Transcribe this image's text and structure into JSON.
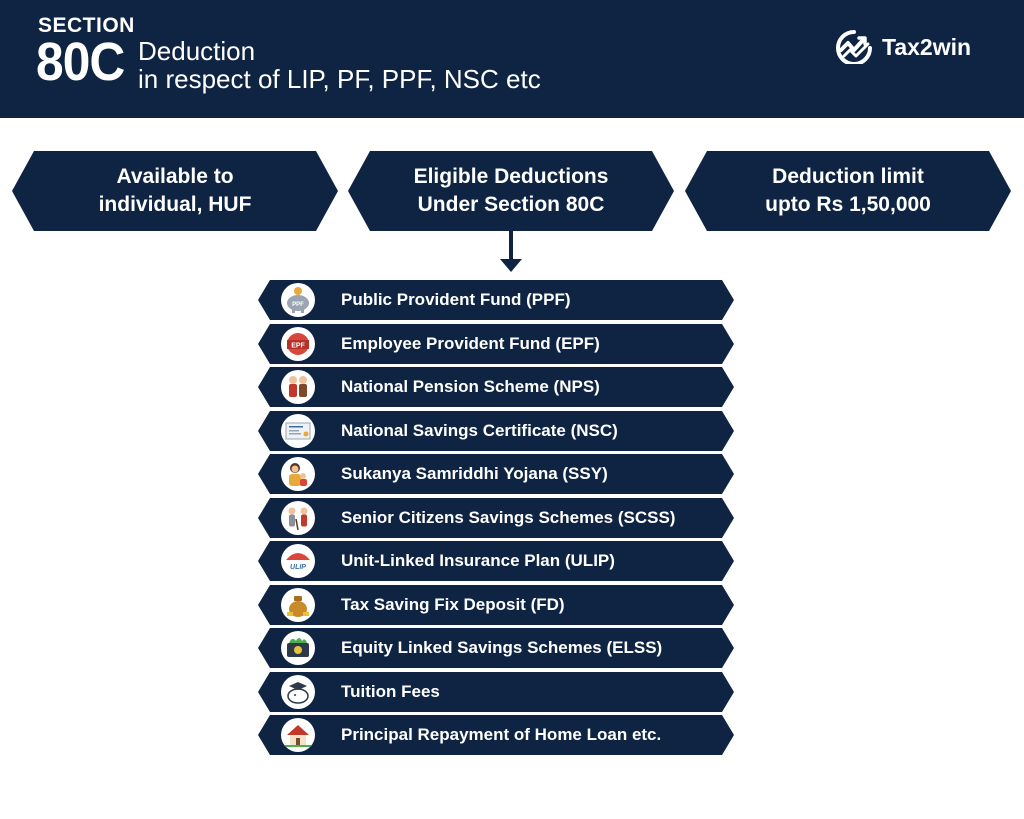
{
  "header": {
    "section_label": "SECTION",
    "section_number": "80C",
    "title": "Deduction",
    "subtitle": "in respect of LIP, PF, PPF, NSC etc",
    "brand": "Tax2win"
  },
  "top_boxes": [
    {
      "line1": "Available to",
      "line2": "individual, HUF"
    },
    {
      "line1": "Eligible Deductions",
      "line2": "Under Section 80C"
    },
    {
      "line1": "Deduction limit",
      "line2": "upto Rs 1,50,000"
    }
  ],
  "deductions": [
    {
      "label": "Public Provident Fund (PPF)",
      "icon": "piggy-bank-icon",
      "icon_text": "PPF"
    },
    {
      "label": "Employee Provident Fund (EPF)",
      "icon": "epf-icon",
      "icon_text": "EPF"
    },
    {
      "label": "National Pension Scheme (NPS)",
      "icon": "elderly-couple-icon",
      "icon_text": ""
    },
    {
      "label": "National Savings Certificate (NSC)",
      "icon": "certificate-icon",
      "icon_text": ""
    },
    {
      "label": "Sukanya Samriddhi Yojana (SSY)",
      "icon": "mother-child-icon",
      "icon_text": ""
    },
    {
      "label": "Senior Citizens Savings Schemes (SCSS)",
      "icon": "senior-citizens-icon",
      "icon_text": ""
    },
    {
      "label": "Unit-Linked Insurance Plan (ULIP)",
      "icon": "umbrella-icon",
      "icon_text": "ULIP"
    },
    {
      "label": "Tax Saving Fix Deposit (FD)",
      "icon": "money-bag-icon",
      "icon_text": ""
    },
    {
      "label": "Equity Linked Savings Schemes (ELSS)",
      "icon": "wallet-icon",
      "icon_text": ""
    },
    {
      "label": "Tuition Fees",
      "icon": "graduation-piggy-icon",
      "icon_text": ""
    },
    {
      "label": "Principal Repayment of Home Loan etc.",
      "icon": "house-icon",
      "icon_text": ""
    }
  ],
  "colors": {
    "navy": "#0e2442",
    "white": "#ffffff",
    "accent_red": "#d9463a",
    "accent_gold": "#e8a93a"
  }
}
